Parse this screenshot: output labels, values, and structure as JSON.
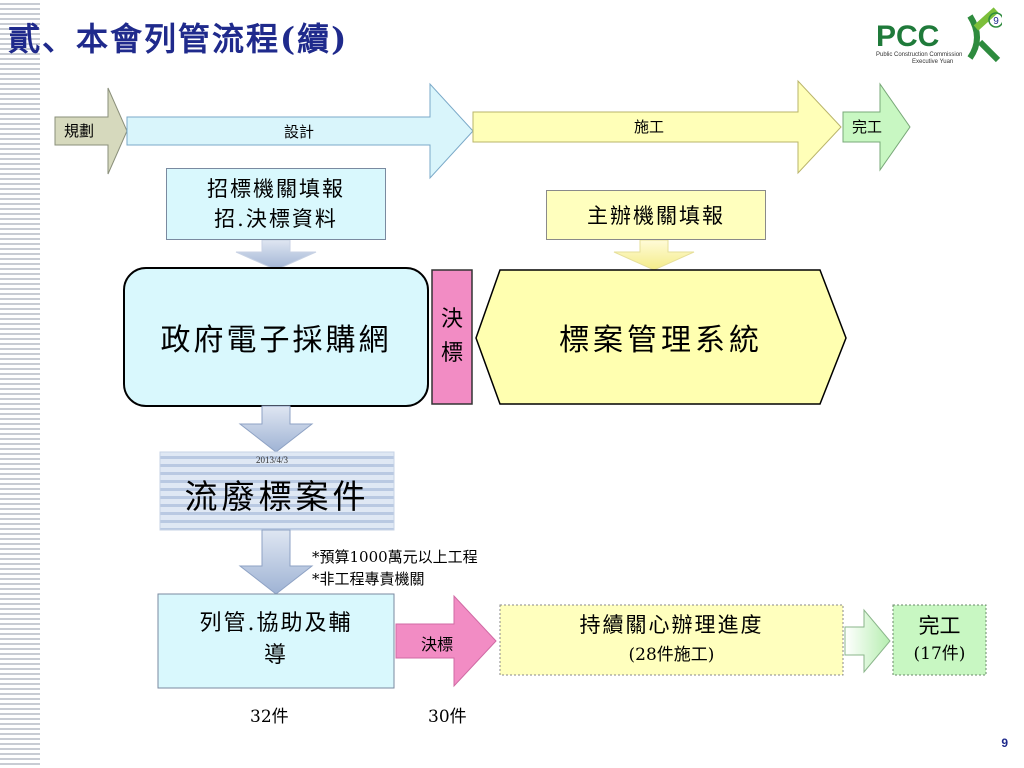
{
  "title": "貳、本會列管流程(續)",
  "logo": {
    "text": "PCC",
    "line1": "Public Construction Commission",
    "line2": "Executive Yuan",
    "badge": "9"
  },
  "timeline": {
    "plan": "規劃",
    "design": "設計",
    "construct": "施工",
    "complete": "完工"
  },
  "box_tender_report": {
    "line1": "招標機關填報",
    "line2": "招.決標資料"
  },
  "box_host_report": "主辦機關填報",
  "gov_portal": "政府電子採購網",
  "award_tab": {
    "line1": "決",
    "line2": "標"
  },
  "case_system": "標案管理系統",
  "failed_cases": {
    "date": "2013/4/3",
    "label": "流廢標案件"
  },
  "notes": {
    "line1": "*預算1000萬元以上工程",
    "line2": "*非工程專責機關"
  },
  "box_tracked": {
    "line1": "列管.協助及輔",
    "line2": "導"
  },
  "award_arrow": "決標",
  "box_progress": {
    "line1": "持續關心辦理進度",
    "line2": "(28件施工)"
  },
  "box_done": {
    "line1": "完工",
    "line2": "(17件)"
  },
  "counts": {
    "tracked": "32件",
    "awarded": "30件"
  },
  "page_number": "9"
}
